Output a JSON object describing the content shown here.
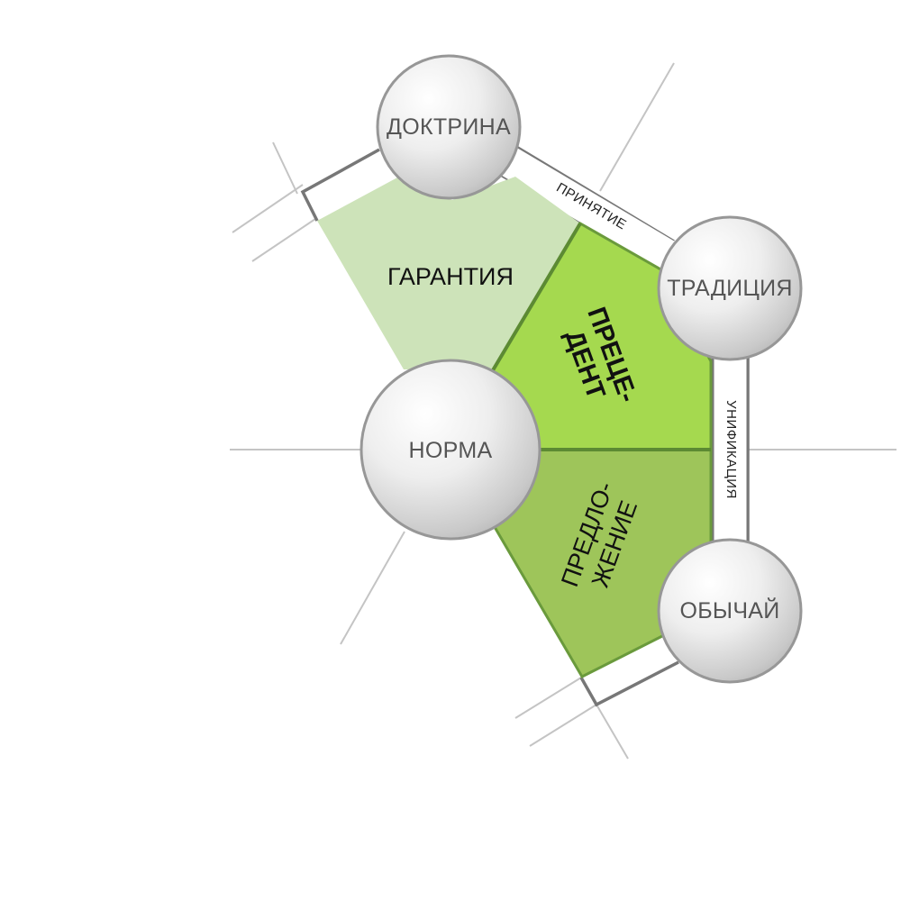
{
  "nodes": {
    "doktrina": "ДОКТРИНА",
    "tradiciya": "ТРАДИЦИЯ",
    "norma": "НОРМА",
    "obychay": "ОБЫЧАЙ"
  },
  "sectors": {
    "garantiya": "ГАРАНТИЯ",
    "precedent_line1": "ПРЕЦЕ-",
    "precedent_line2": "ДЕНТ",
    "predlozhenie_line1": "ПРЕДЛО-",
    "predlozhenie_line2": "ЖЕНИЕ"
  },
  "bands": {
    "prinyatie": "ПРИНЯТИЕ",
    "unifikaciya": "УНИФИКАЦИЯ"
  },
  "colors": {
    "garantiya_fill": "#cde3b9",
    "precedent_fill": "#a5d94f",
    "predlozhenie_fill": "#9ec55a",
    "edge_green": "#6a9a3c",
    "line_gray": "#777777",
    "ray_gray": "#bbbbbb"
  }
}
